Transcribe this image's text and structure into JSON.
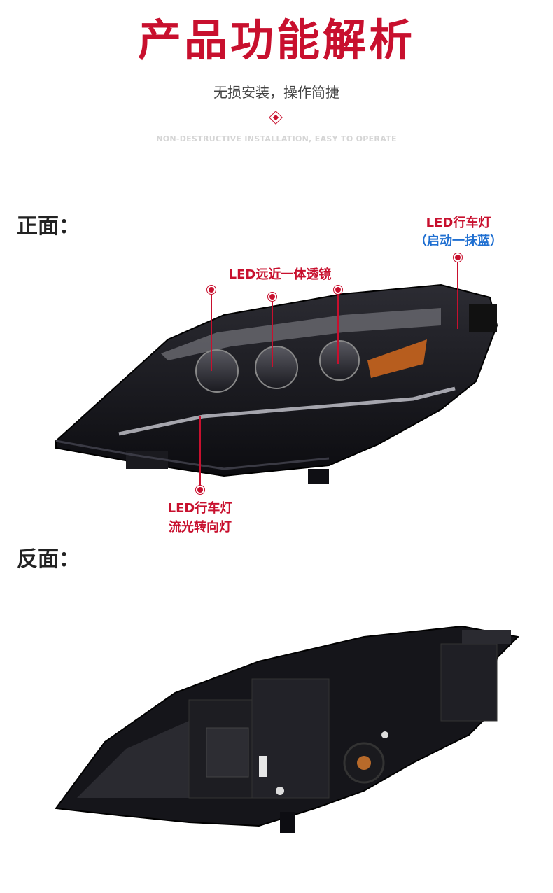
{
  "header": {
    "title": "产品功能解析",
    "subtitle": "无损安装，操作简捷",
    "english_tag": "NON-DESTRUCTIVE INSTALLATION, EASY TO OPERATE"
  },
  "front": {
    "label": "正面：",
    "callouts": {
      "drl_top_line1": "LED行车灯",
      "drl_top_line2": "（启动一抹蓝）",
      "lens": "LED远近一体透镜",
      "drl_bottom_line1": "LED行车灯",
      "drl_bottom_line2": "流光转向灯"
    }
  },
  "back": {
    "label": "反面："
  },
  "colors": {
    "accent": "#c8102e",
    "blue": "#1f6fd1"
  }
}
